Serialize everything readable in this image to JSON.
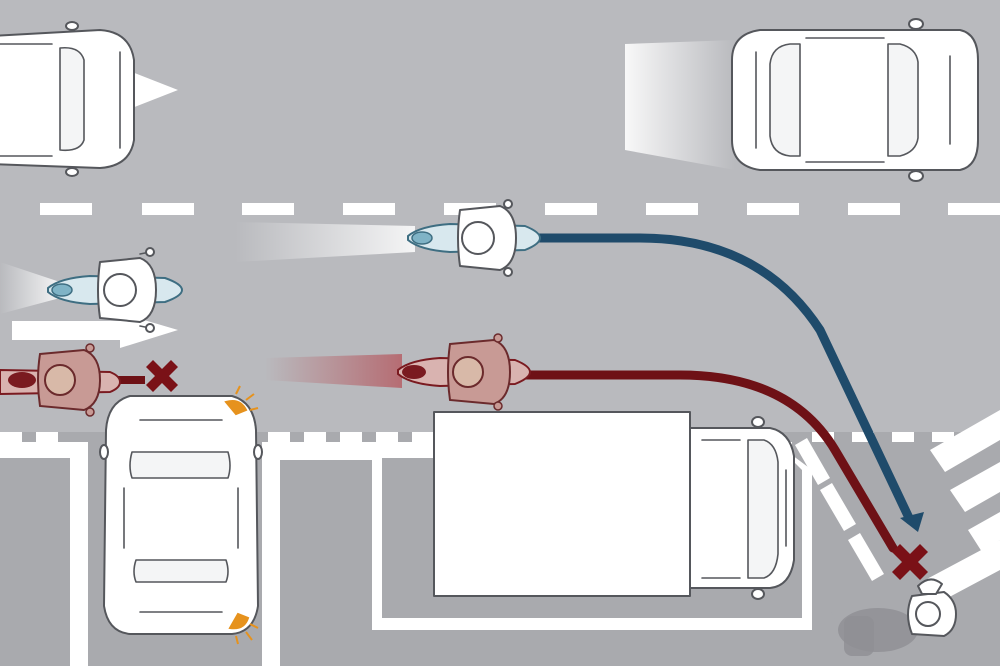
{
  "colors": {
    "road": "#b9babe",
    "sidewalk": "#a9aaae",
    "curb": "#ffffff",
    "safe_path": "#1f4b6b",
    "conflict_path": "#6e1116",
    "conflict_marker": "#7a1117",
    "turn_signal": "#e6921d",
    "rider_safe": "#7fb3c6",
    "rider_danger": "#7a1a20",
    "pedestrian": "#ffffff"
  },
  "icons": {
    "conflict_marker": "cross-icon",
    "turn_signal": "blinker-icon",
    "lane_arrow": "arrow-right-icon"
  },
  "scene": {
    "description_visible_text": "",
    "elements": [
      "oncoming-car",
      "parked-car-top-left",
      "motorcycle-blue-front",
      "motorcycle-blue-rear",
      "motorcycle-red-front",
      "motorcycle-red-rear",
      "turning-car",
      "box-truck",
      "pedestrian"
    ]
  }
}
